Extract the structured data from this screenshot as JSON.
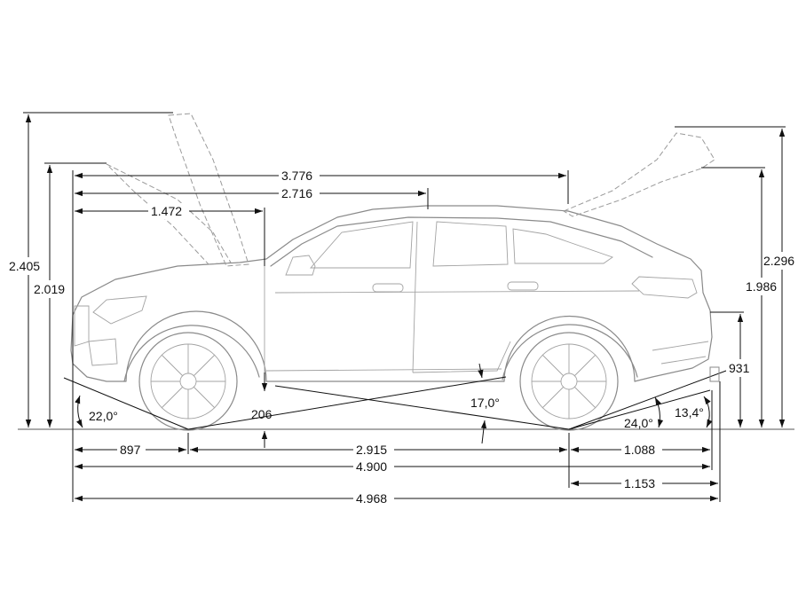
{
  "dimensions": {
    "overall_height_open": "2.405",
    "height": "2.019",
    "front_overhang_top": "3.776",
    "top_inner": "2.716",
    "front_top": "1.472",
    "ground_clearance": "206",
    "approach_angle": "22,0°",
    "breakover_angle": "17,0°",
    "departure_angle": "24,0°",
    "rear_angle_2": "13,4°",
    "rear_sill_height": "931",
    "height_open_rear": "2.296",
    "rear_height": "1.986",
    "front_overhang": "897",
    "wheelbase": "2.915",
    "rear_overhang": "1.088",
    "length": "4.900",
    "rear_overhang_total": "1.153",
    "length_total": "4.968"
  },
  "colors": {
    "outline": "#8a8a8a",
    "dimension_line": "#111111"
  }
}
